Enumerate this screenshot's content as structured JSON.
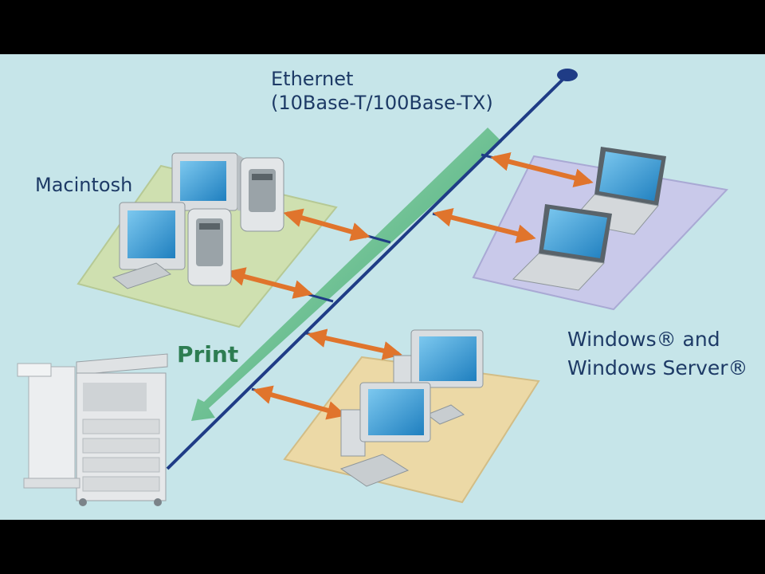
{
  "labels": {
    "ethernet_line1": "Ethernet",
    "ethernet_line2": "(10Base-T/100Base-TX)",
    "macintosh": "Macintosh",
    "windows_line1": "Windows® and",
    "windows_line2": "Windows Server®",
    "print": "Print"
  },
  "colors": {
    "background": "#c6e5e9",
    "ethernet_line": "#1f3c86",
    "connector": "#e0742c",
    "print_arrow": "#3aa876",
    "mac_platform": "#cfe0b0",
    "windows_platform": "#c9c9ea",
    "bottom_platform": "#ecd9a6",
    "monitor_screen": "#3fa3d6"
  },
  "icons": {
    "mac_group": [
      "desktop-monitor-icon",
      "tower-icon",
      "desktop-monitor-icon",
      "tower-icon"
    ],
    "windows_group": [
      "laptop-icon",
      "laptop-icon"
    ],
    "bottom_group": [
      "desktop-monitor-icon",
      "desktop-monitor-icon"
    ],
    "printer": "multifunction-printer-icon"
  }
}
